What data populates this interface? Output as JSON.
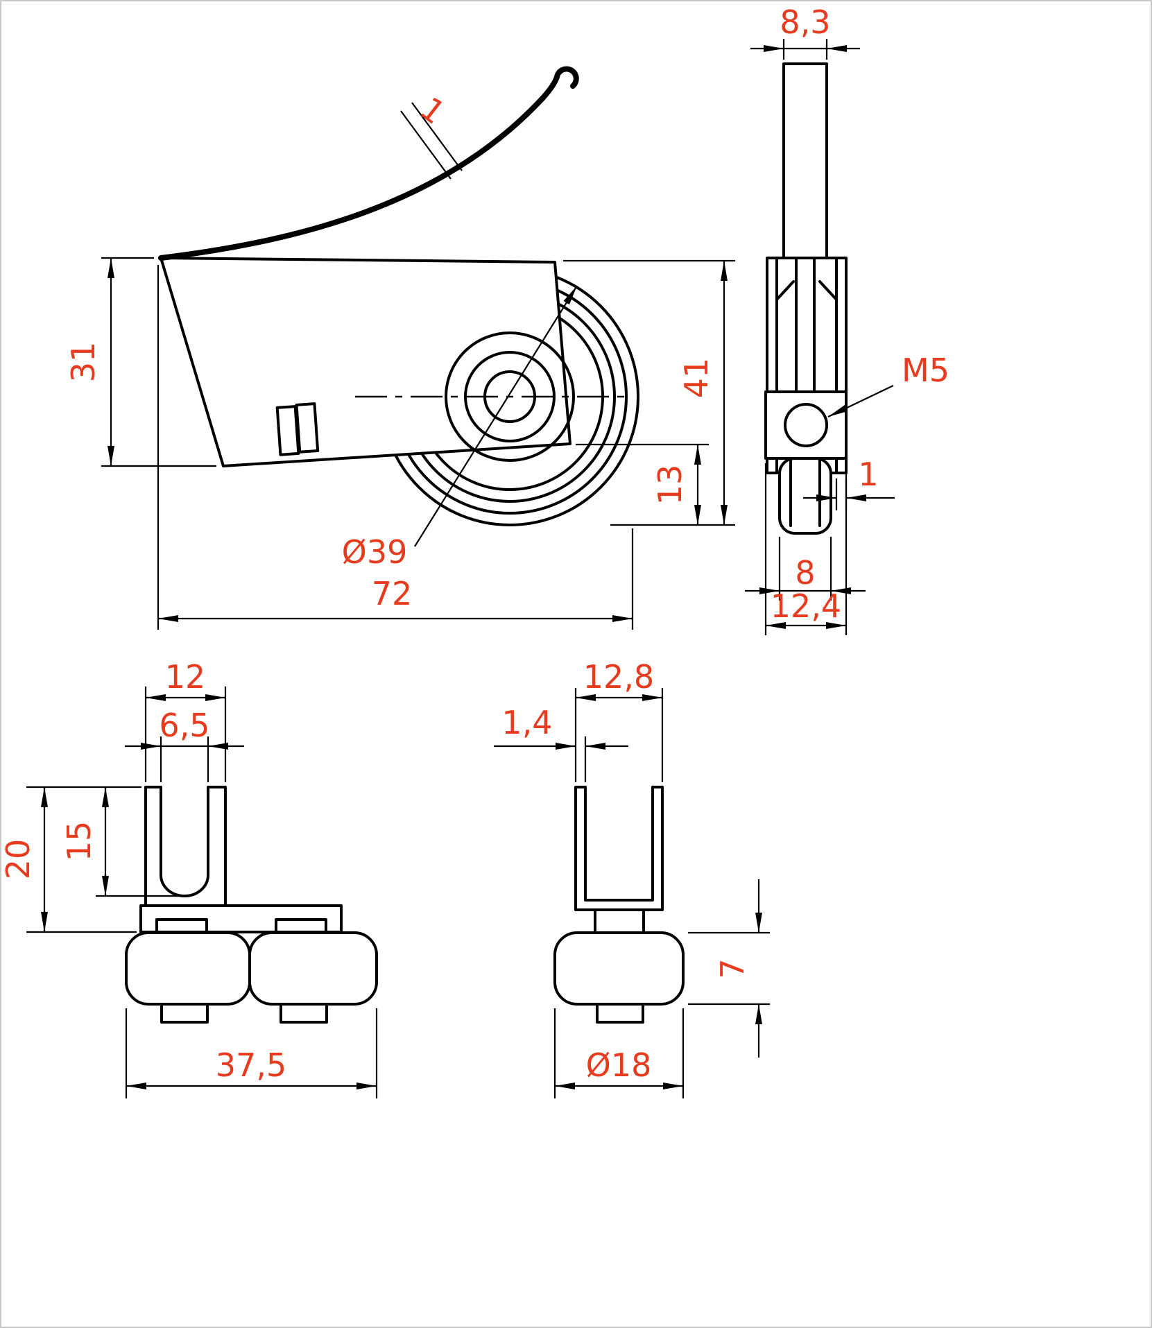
{
  "theme": {
    "background": "#ffffff",
    "line_color": "#000000",
    "dim_color": "#e63b1e",
    "border_color": "#c9c9c9"
  },
  "views": {
    "side": {
      "dims": {
        "spring_thickness": "1",
        "housing_height": "31",
        "overall_height": "41",
        "wheel_bottom_offset": "13",
        "wheel_diameter": "Ø39",
        "overall_length": "72"
      }
    },
    "edge": {
      "dims": {
        "spring_width": "8,3",
        "thread_label": "M5",
        "wall_thickness": "1",
        "roller_width": "8",
        "overall_width": "12,4"
      }
    },
    "front_double": {
      "dims": {
        "fork_width": "12",
        "slot_width": "6,5",
        "slot_depth": "15",
        "fork_height": "20",
        "overall_width": "37,5"
      }
    },
    "front_single": {
      "dims": {
        "channel_width": "12,8",
        "wall_thickness": "1,4",
        "roller_height": "7",
        "roller_diameter": "Ø18"
      }
    }
  }
}
